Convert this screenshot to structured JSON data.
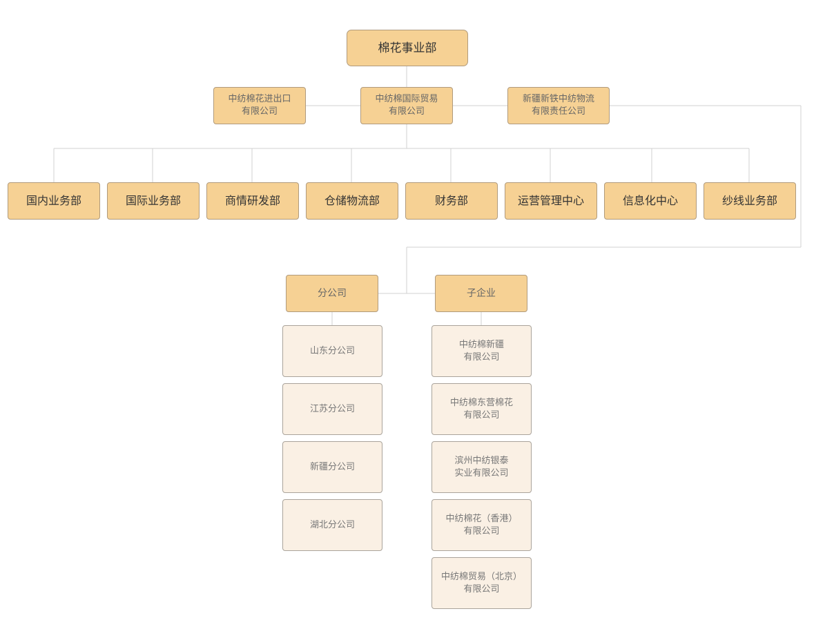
{
  "root": "棉花事业部",
  "companies": {
    "left": "中纺棉花进出口\n有限公司",
    "center": "中纺棉国际贸易\n有限公司",
    "right": "新疆新铁中纺物流\n有限责任公司"
  },
  "departments": [
    "国内业务部",
    "国际业务部",
    "商情研发部",
    "仓储物流部",
    "财务部",
    "运营管理中心",
    "信息化中心",
    "纱线业务部"
  ],
  "groups": {
    "branches": {
      "label": "分公司",
      "items": [
        "山东分公司",
        "江苏分公司",
        "新疆分公司",
        "湖北分公司"
      ]
    },
    "subsidiaries": {
      "label": "子企业",
      "items": [
        "中纺棉新疆\n有限公司",
        "中纺棉东营棉花\n有限公司",
        "滨州中纺银泰\n实业有限公司",
        "中纺棉花（香港）\n有限公司",
        "中纺棉贸易（北京）\n有限公司"
      ]
    }
  },
  "colors": {
    "node_fill": "#f6d194",
    "leaf_fill": "#faf0e4",
    "connector": "#d0d0d0"
  }
}
